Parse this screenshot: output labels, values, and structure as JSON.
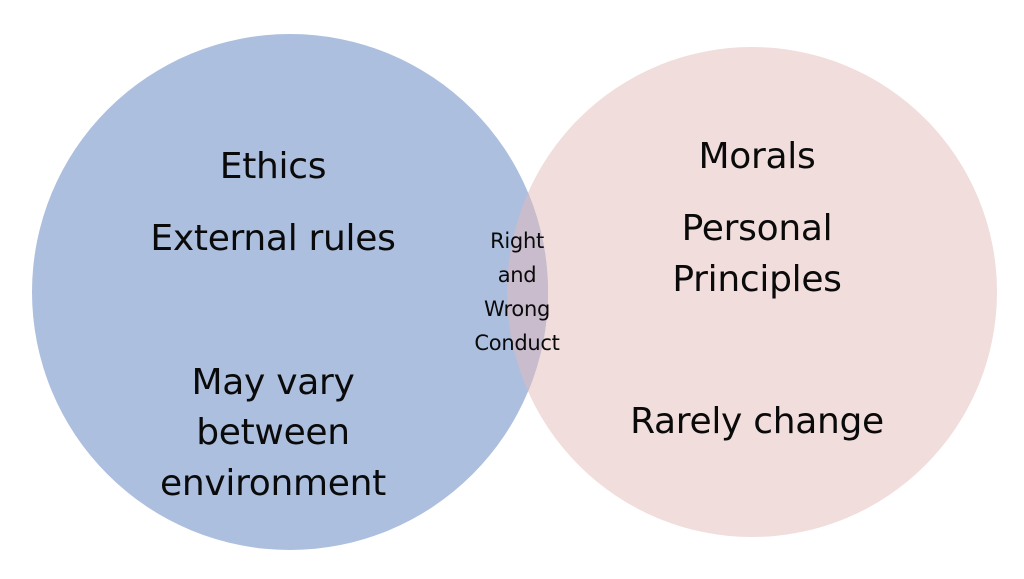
{
  "colors": {
    "left_circle": "#adbfde",
    "right_circle": "#f0dddc",
    "overlap": "#c9bccd",
    "text": "#0a0a0a"
  },
  "left": {
    "title": "Ethics",
    "subtitle": "External rules",
    "note_line1": "May vary",
    "note_line2": "between",
    "note_line3": "environment"
  },
  "right": {
    "title": "Morals",
    "subtitle_line1": "Personal",
    "subtitle_line2": "Principles",
    "note": "Rarely change"
  },
  "overlap": {
    "line1": "Right",
    "line2": "and",
    "line3": "Wrong",
    "line4": "Conduct"
  }
}
